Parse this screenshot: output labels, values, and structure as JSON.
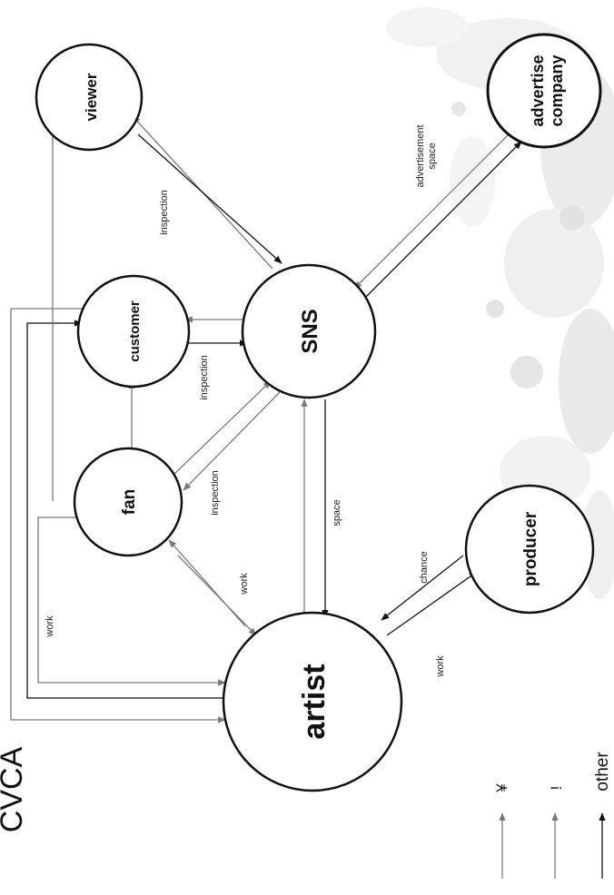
{
  "title": "CVCA",
  "nodes": {
    "artist": "artist",
    "fan": "fan",
    "customer": "customer",
    "sns": "SNS",
    "viewer": "viewer",
    "producer": "producer",
    "advertise_company_line1": "advertise",
    "advertise_company_line2": "company"
  },
  "edge_labels": {
    "work_top": "work",
    "work_fan": "work",
    "inspection_fan": "inspection",
    "inspection_customer": "inspection",
    "inspection_viewer": "inspection",
    "space": "space",
    "chance": "chance",
    "work_producer": "work",
    "advertisement_space_line1": "advertisement",
    "advertisement_space_line2": "space"
  },
  "legend": {
    "yen": "¥",
    "exclamation": "!",
    "other": "other"
  },
  "colors": {
    "line_gray": "#7a7a7a",
    "line_black": "#111111",
    "background_decoration": "#e8e8e8"
  }
}
